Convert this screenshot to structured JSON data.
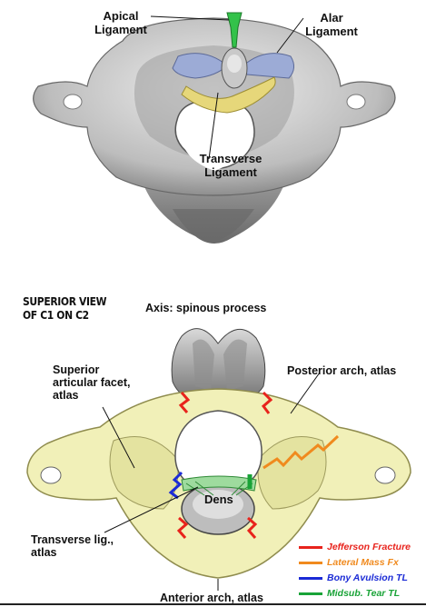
{
  "top_diagram": {
    "labels": {
      "apical": "Apical\nLigament",
      "alar": "Alar\nLigament",
      "transverse": "Transverse\nLigament"
    }
  },
  "bottom_diagram": {
    "heading": "SUPERIOR VIEW\nOF C1 ON C2",
    "labels": {
      "axis_spinous": "Axis:  spinous process",
      "superior_facet": "Superior\narticular facet,\natlas",
      "posterior_arch": "Posterior arch, atlas",
      "dens": "Dens",
      "transverse_lig": "Transverse lig.,\natlas",
      "anterior_arch": "Anterior arch, atlas"
    },
    "legend": [
      {
        "label": "Jefferson Fracture",
        "color": "#e8231c"
      },
      {
        "label": "Lateral Mass Fx",
        "color": "#f08a1e"
      },
      {
        "label": "Bony Avulsion TL",
        "color": "#1b2bd6"
      },
      {
        "label": "Midsub. Tear TL",
        "color": "#19a337"
      }
    ]
  }
}
